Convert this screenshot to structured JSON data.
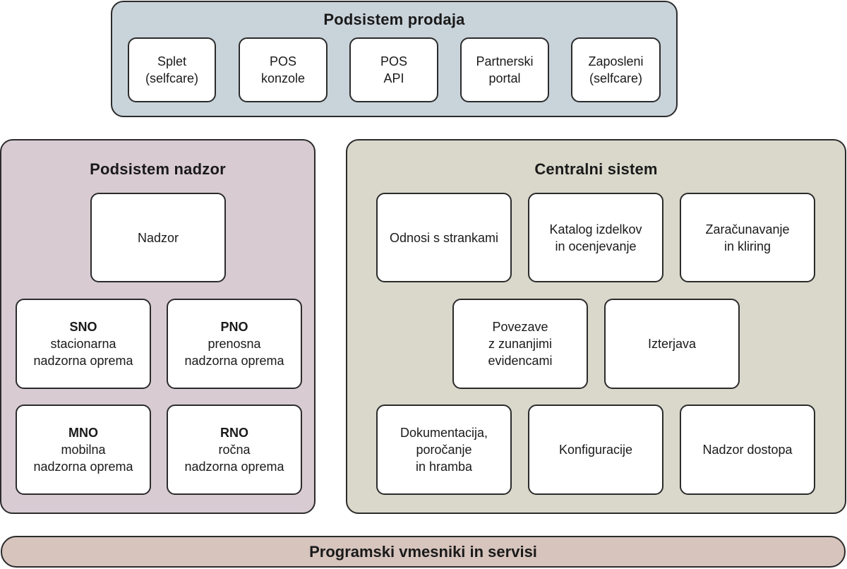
{
  "sales_subsystem": {
    "title": "Podsistem prodaja",
    "items": [
      {
        "lines": [
          "Splet",
          "(selfcare)"
        ]
      },
      {
        "lines": [
          "POS",
          "konzole"
        ]
      },
      {
        "lines": [
          "POS",
          "API"
        ]
      },
      {
        "lines": [
          "Partnerski",
          "portal"
        ]
      },
      {
        "lines": [
          "Zaposleni",
          "(selfcare)"
        ]
      }
    ]
  },
  "monitoring_subsystem": {
    "title": "Podsistem nadzor",
    "top_item": {
      "lines": [
        "Nadzor"
      ]
    },
    "items": [
      {
        "abbr": "SNO",
        "lines": [
          "stacionarna",
          "nadzorna oprema"
        ]
      },
      {
        "abbr": "PNO",
        "lines": [
          "prenosna",
          "nadzorna oprema"
        ]
      },
      {
        "abbr": "MNO",
        "lines": [
          "mobilna",
          "nadzorna oprema"
        ]
      },
      {
        "abbr": "RNO",
        "lines": [
          "ročna",
          "nadzorna oprema"
        ]
      }
    ]
  },
  "central_system": {
    "title": "Centralni sistem",
    "row1": [
      {
        "lines": [
          "Odnosi s strankami"
        ]
      },
      {
        "lines": [
          "Katalog izdelkov",
          "in ocenjevanje"
        ]
      },
      {
        "lines": [
          "Zaračunavanje",
          "in kliring"
        ]
      }
    ],
    "row2": [
      {
        "lines": [
          "Povezave",
          "z zunanjimi",
          "evidencami"
        ]
      },
      {
        "lines": [
          "Izterjava"
        ]
      }
    ],
    "row3": [
      {
        "lines": [
          "Dokumentacija,",
          "poročanje",
          "in hramba"
        ]
      },
      {
        "lines": [
          "Konfiguracije"
        ]
      },
      {
        "lines": [
          "Nadzor dostopa"
        ]
      }
    ]
  },
  "middleware_bar": {
    "label": "Programski vmesniki in servisi"
  }
}
